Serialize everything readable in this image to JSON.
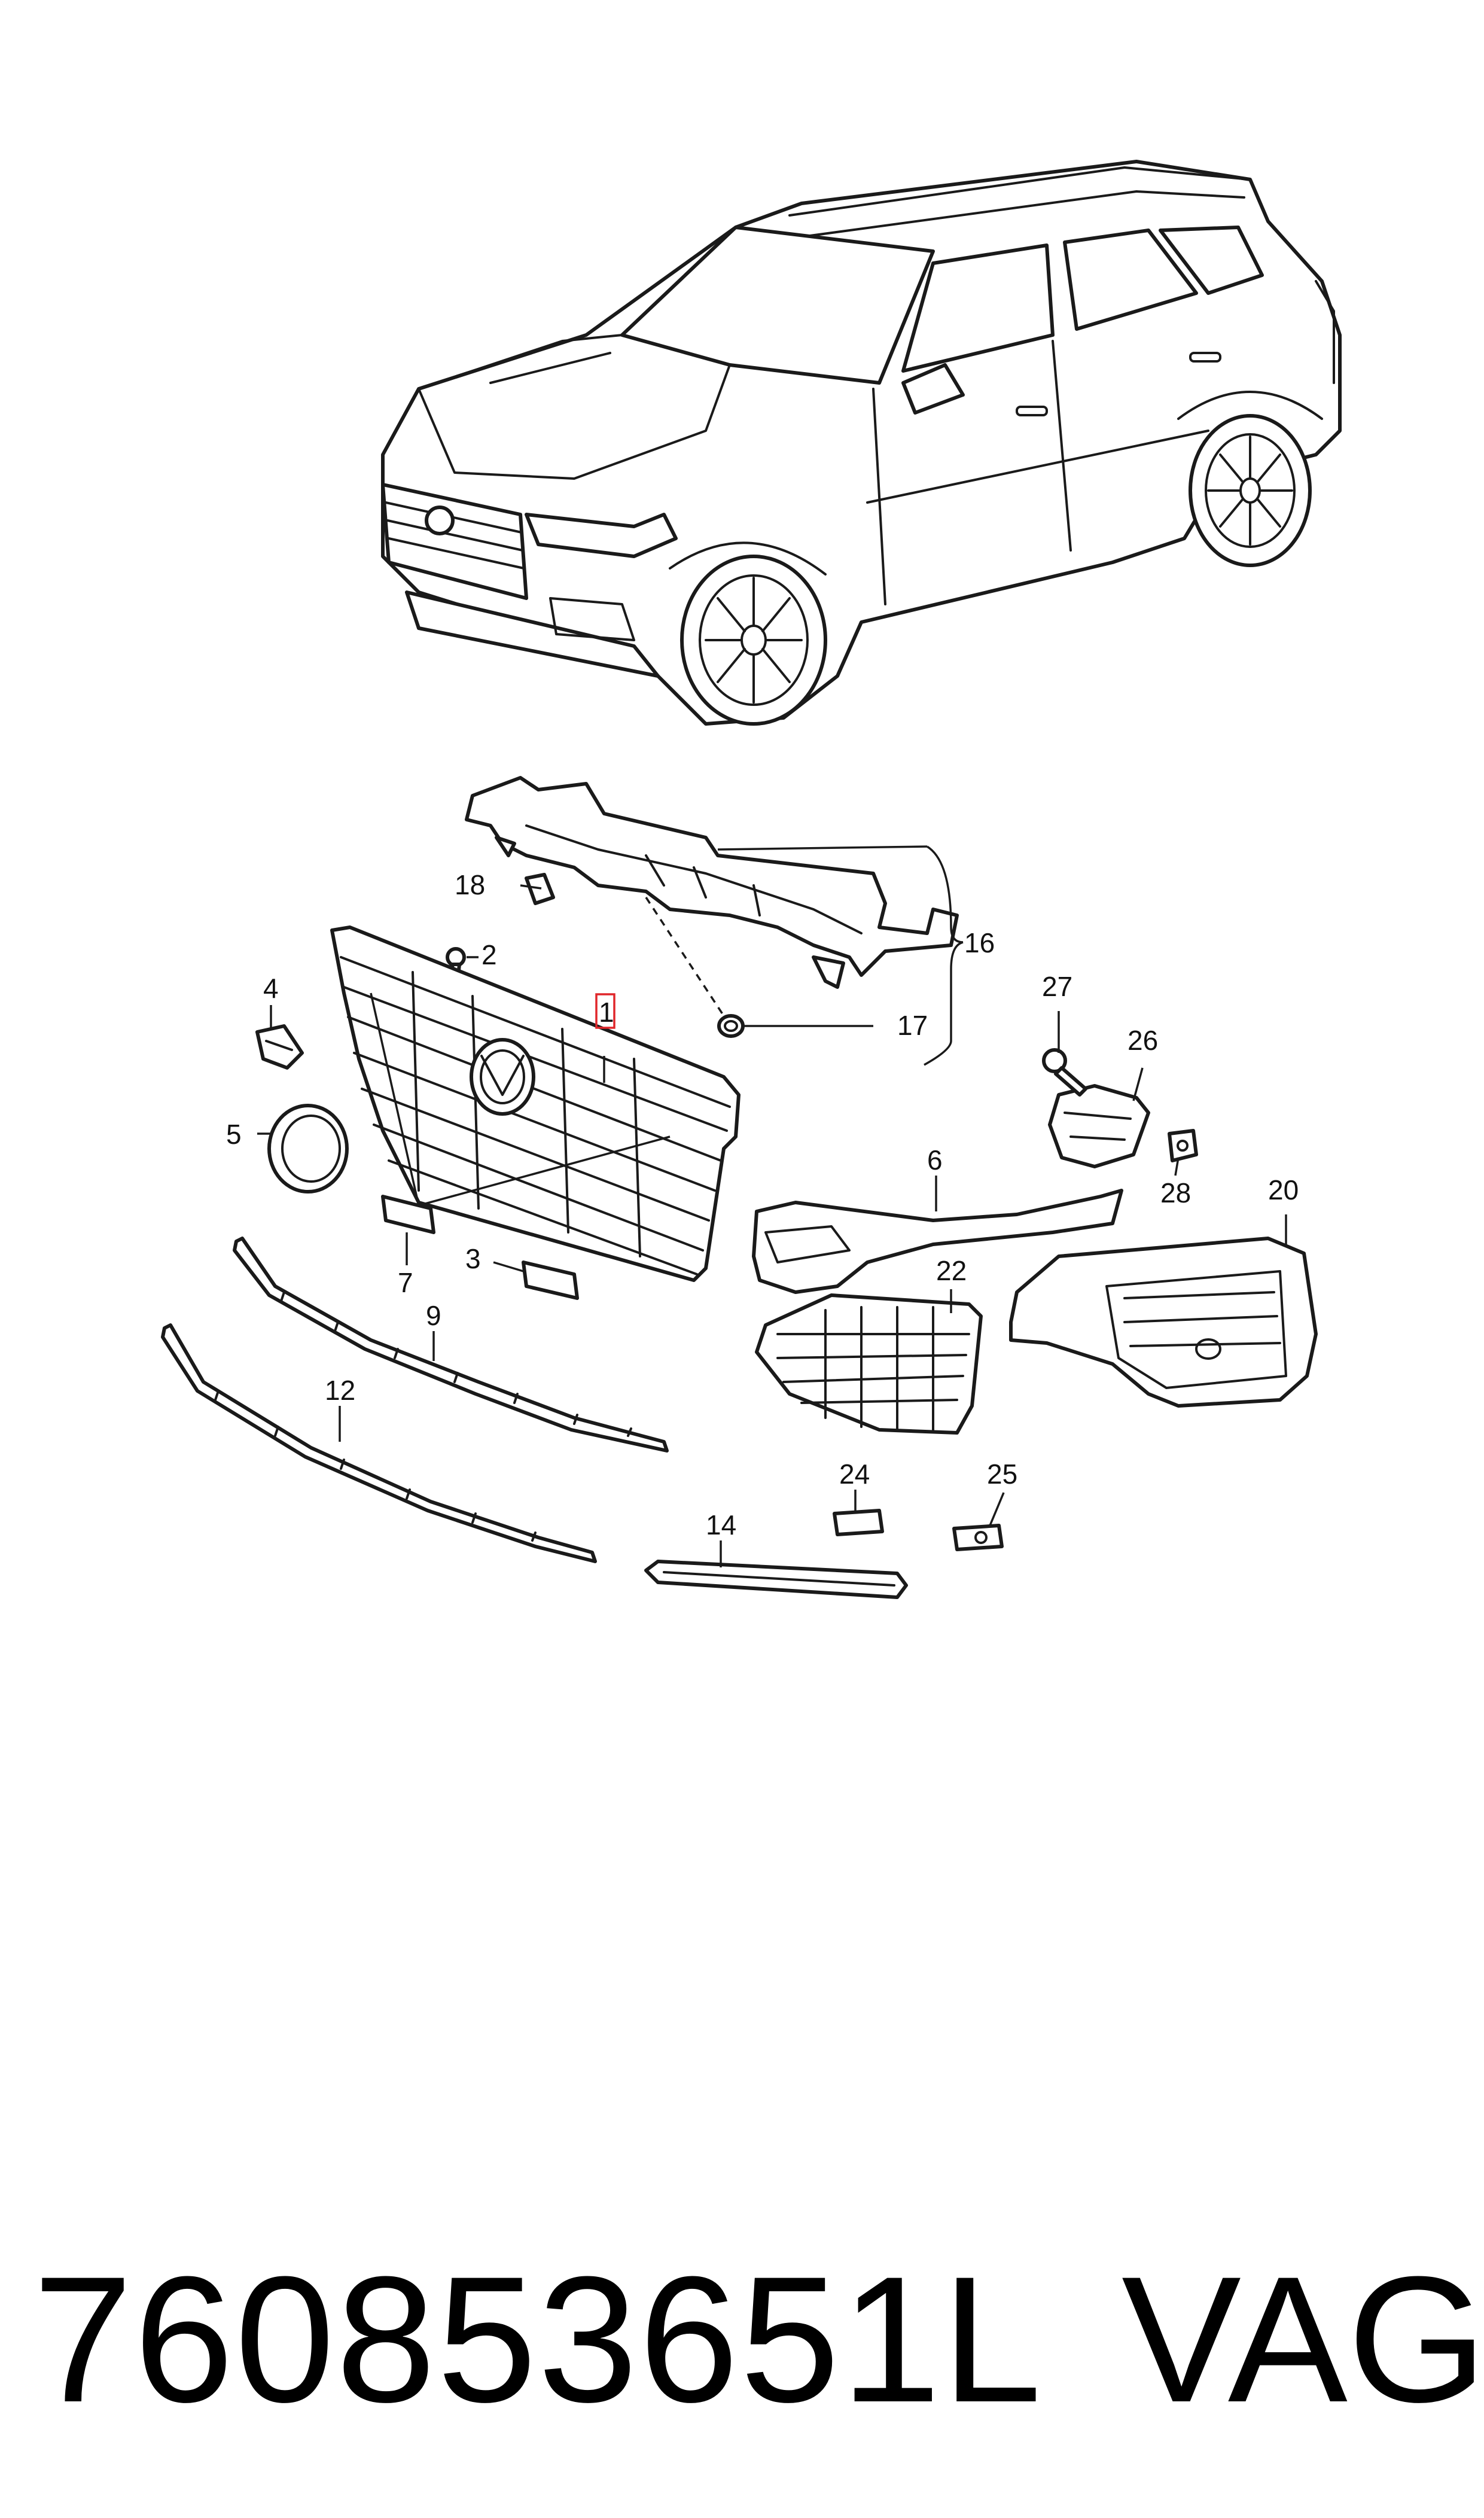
{
  "diagram": {
    "callouts": {
      "c1": "1",
      "c2": "2",
      "c3": "3",
      "c4": "4",
      "c5": "5",
      "c6": "6",
      "c7": "7",
      "c9": "9",
      "c12": "12",
      "c14": "14",
      "c16": "16",
      "c17": "17",
      "c18": "18",
      "c20": "20",
      "c22": "22",
      "c24": "24",
      "c25": "25",
      "c26": "26",
      "c27": "27",
      "c28": "28"
    },
    "highlighted_callout": "1",
    "highlight_color": "#e0262a"
  },
  "footer": {
    "part_number": "760853651L",
    "brand": "VAG"
  }
}
